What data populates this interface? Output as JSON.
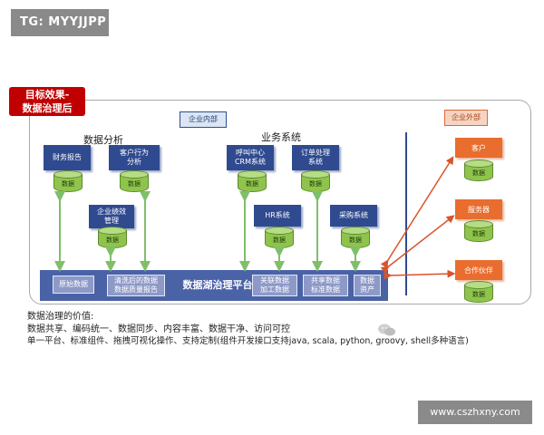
{
  "tag": "TG: MYYJJPP",
  "badge": {
    "line1": "目标效果-",
    "line2": "数据治理后"
  },
  "labels": {
    "internal": "企业内部",
    "external": "企业外部"
  },
  "sections": {
    "analysis": "数据分析",
    "business": "业务系统"
  },
  "top_systems": [
    {
      "label": "财务报告",
      "db": "数据"
    },
    {
      "label": "客户行为\n分析",
      "db": "数据"
    },
    {
      "label": "呼叫中心\nCRM系统",
      "db": "数据"
    },
    {
      "label": "订单处理\n系统",
      "db": "数据"
    }
  ],
  "mid_systems": [
    {
      "label": "企业绩效\n管理",
      "db": "数据"
    },
    {
      "label": "HR系统",
      "db": "数据"
    },
    {
      "label": "采购系统",
      "db": "数据"
    }
  ],
  "external": [
    {
      "label": "客户",
      "db": "数据"
    },
    {
      "label": "服务器",
      "db": "数据"
    },
    {
      "label": "合作伙伴",
      "db": "数据"
    }
  ],
  "platform": {
    "title": "数据湖治理平台",
    "raw": "原始数据",
    "clean": "清洗后的数据\n数据质量报告",
    "associate": "关联数据\n加工数据",
    "shared": "共享数据\n标准数据",
    "asset": "数据\n资产"
  },
  "value": {
    "heading": "数据治理的价值:",
    "line1": "数据共享、编码统一、数据同步、内容丰富、数据干净、访问可控",
    "line2": "单一平台、标准组件、拖拽可视化操作、支持定制(组件开发接口支持java, scala, python, groovy, shell多种语言)"
  },
  "watermark": "www.cszhxny.com",
  "colors": {
    "blue": "#2f4a8f",
    "orange": "#e86d2e",
    "green": "#8fc44c",
    "red": "#c00000"
  }
}
